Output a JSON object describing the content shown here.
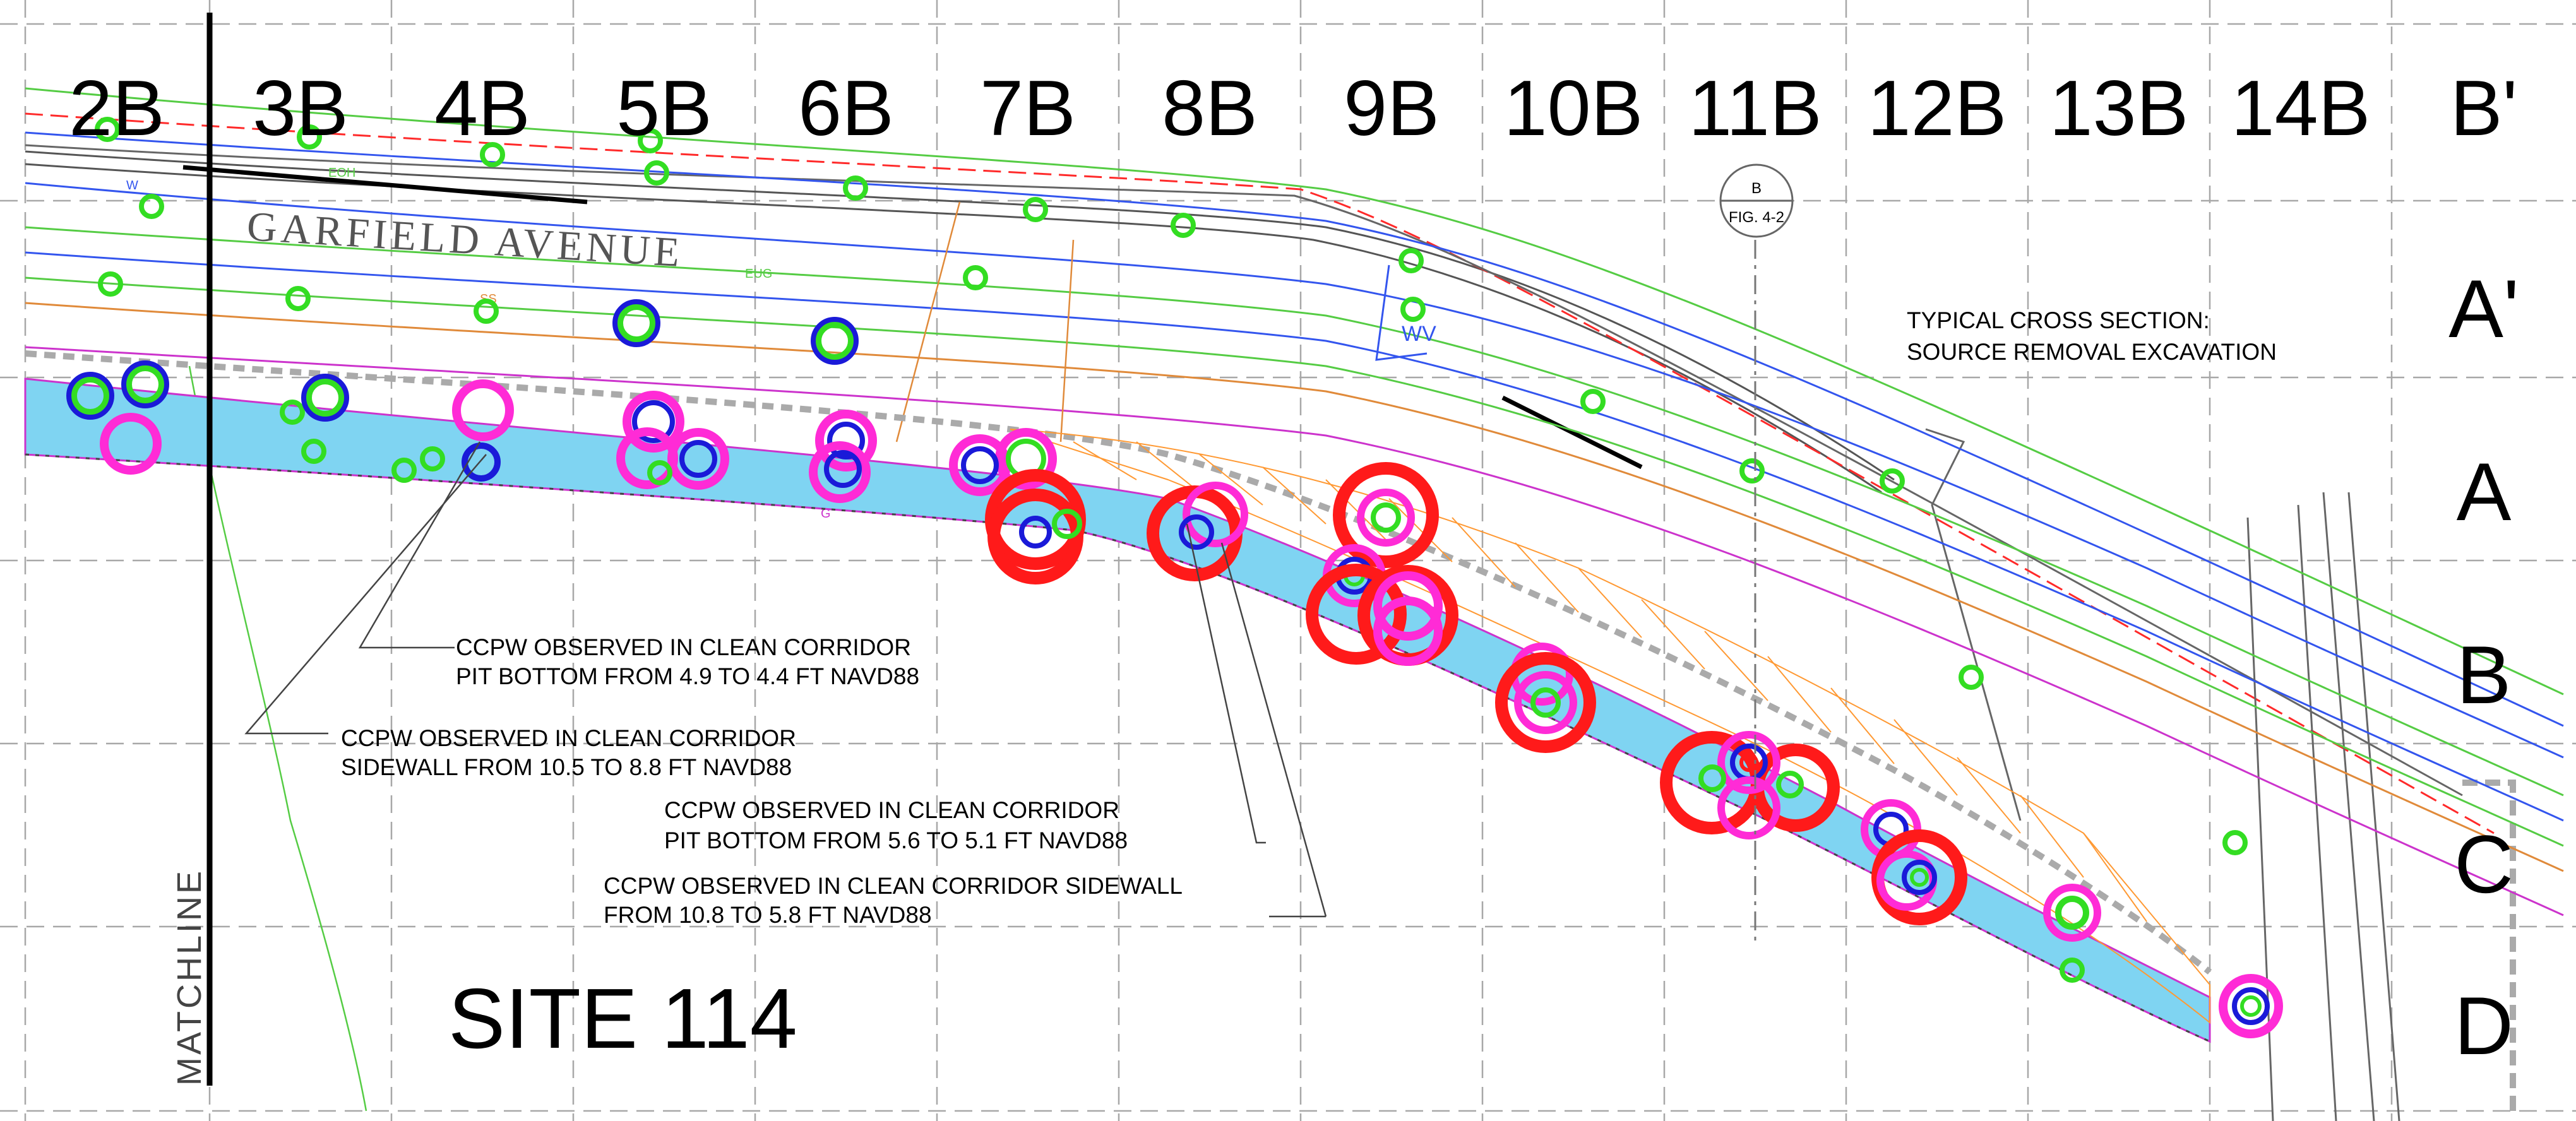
{
  "columns": [
    "2B",
    "3B",
    "4B",
    "5B",
    "6B",
    "7B",
    "8B",
    "9B",
    "10B",
    "11B",
    "12B",
    "13B",
    "14B",
    "B'"
  ],
  "rows": [
    "A'",
    "A",
    "B",
    "C",
    "D"
  ],
  "street_name": "GARFIELD AVENUE",
  "section_callout": {
    "top": "B",
    "bottom": "FIG. 4-2"
  },
  "typical_section": [
    "TYPICAL CROSS SECTION:",
    "SOURCE REMOVAL EXCAVATION"
  ],
  "site_label": "SITE 114",
  "matchline_label": "MATCHLINE",
  "observations": [
    {
      "line1": "CCPW OBSERVED IN CLEAN CORRIDOR",
      "line2": "PIT BOTTOM FROM 4.9 TO 4.4 FT NAVD88"
    },
    {
      "line1": "CCPW OBSERVED IN CLEAN CORRIDOR",
      "line2": "SIDEWALL FROM 10.5 TO 8.8 FT NAVD88"
    },
    {
      "line1": "CCPW OBSERVED IN CLEAN CORRIDOR",
      "line2": "PIT BOTTOM FROM 5.6 TO 5.1 FT NAVD88"
    },
    {
      "line1": "CCPW OBSERVED IN CLEAN CORRIDOR SIDEWALL",
      "line2": "FROM 10.8 TO 5.8 FT NAVD88"
    }
  ],
  "utility_labels": {
    "water": "W",
    "sewer": "SS",
    "elec_ug": "EUG",
    "elec_oh": "EOH",
    "gas": "G",
    "valve": "WV"
  },
  "colors": {
    "excavation_fill": "#7fd4f2",
    "red_marker": "#ff1a1a",
    "magenta_marker": "#ff2bd6",
    "blue_marker": "#1a1ad8",
    "green_marker": "#33dd22",
    "water_line": "#3355ee",
    "sewer_line": "#e08a3a",
    "electric_line": "#55cc44",
    "gas_line": "#cc33cc"
  },
  "legend_symbols": [
    "red-circle-marker",
    "magenta-circle-marker",
    "blue-circle-marker",
    "green-circle-marker"
  ]
}
